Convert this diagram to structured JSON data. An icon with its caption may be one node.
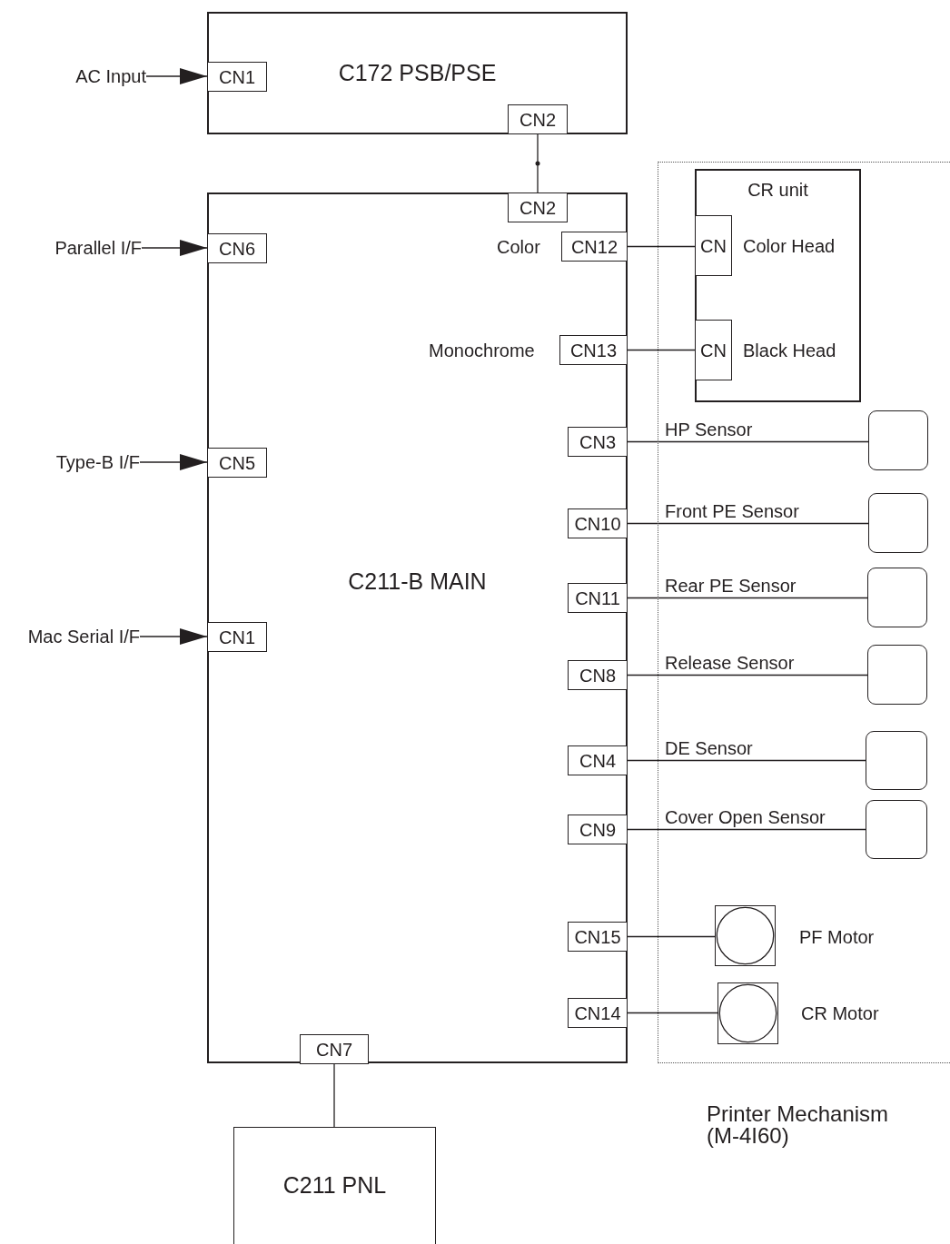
{
  "diagram": {
    "nodes": [
      {
        "text": [
          "C172 PSB/PSE"
        ]
      },
      {
        "text": [
          "AC Input"
        ]
      },
      {
        "text": [
          "CN1"
        ],
        "in": 0
      },
      {
        "text": [
          "CN2"
        ],
        "in": 0
      },
      {
        "text": [
          "C211-B MAIN"
        ]
      },
      {
        "text": [
          "CN2"
        ],
        "in": 4
      },
      {
        "text": [
          "Parallel I/F"
        ]
      },
      {
        "text": [
          "CN6"
        ],
        "in": 4
      },
      {
        "text": [
          "CN12"
        ],
        "in": 4,
        "beside": [
          "Color"
        ]
      },
      {
        "text": [
          "CN13"
        ],
        "in": 4,
        "beside": [
          "Monochrome"
        ]
      },
      {
        "text": [
          "CN3"
        ],
        "in": 4
      },
      {
        "text": [
          "Type-B I/F"
        ]
      },
      {
        "text": [
          "CN5"
        ],
        "in": 4
      },
      {
        "text": [
          "CN10"
        ],
        "in": 4
      },
      {
        "text": [
          "CN11"
        ],
        "in": 4
      },
      {
        "text": [
          "Mac Serial I/F"
        ]
      },
      {
        "text": [
          "CN1"
        ],
        "in": 4
      },
      {
        "text": [
          "CN8"
        ],
        "in": 4
      },
      {
        "text": [
          "CN4"
        ],
        "in": 4
      },
      {
        "text": [
          "CN9"
        ],
        "in": 4
      },
      {
        "text": [
          "CN15"
        ],
        "in": 4
      },
      {
        "text": [
          "CN14"
        ],
        "in": 4
      },
      {
        "text": [
          "CN7"
        ],
        "in": 4
      },
      {
        "text": [
          "Printer Mechanism (M-4I60)"
        ]
      },
      {
        "text": [
          "CR unit"
        ],
        "in": 23
      },
      {
        "text": [
          "CN"
        ],
        "in": 24,
        "beside": [
          "Color Head"
        ]
      },
      {
        "text": [
          "CN"
        ],
        "in": 24,
        "beside": [
          "Black Head"
        ]
      },
      {
        "text": [],
        "shape": "box",
        "in": 23
      },
      {
        "text": [],
        "shape": "box",
        "in": 23
      },
      {
        "text": [],
        "shape": "box",
        "in": 23
      },
      {
        "text": [],
        "shape": "box",
        "in": 23
      },
      {
        "text": [],
        "shape": "box",
        "in": 23
      },
      {
        "text": [],
        "shape": "box",
        "in": 23
      },
      {
        "text": [],
        "shape": "circle",
        "in": 23,
        "beside": [
          "PF Motor"
        ]
      },
      {
        "text": [],
        "shape": "circle",
        "in": 23,
        "beside": [
          "CR Motor"
        ]
      },
      {
        "text": [
          "C211 PNL"
        ]
      }
    ],
    "edges": [
      {
        "from": 1,
        "to": 2,
        "arrow": "to"
      },
      {
        "from": 3,
        "to": 5,
        "arrow": "none"
      },
      {
        "from": 6,
        "to": 7,
        "arrow": "to"
      },
      {
        "from": 11,
        "to": 12,
        "arrow": "to"
      },
      {
        "from": 15,
        "to": 16,
        "arrow": "to"
      },
      {
        "from": 8,
        "to": 25,
        "arrow": "none"
      },
      {
        "from": 9,
        "to": 26,
        "arrow": "none"
      },
      {
        "from": 10,
        "to": 27,
        "arrow": "none",
        "label": "HP Sensor"
      },
      {
        "from": 13,
        "to": 28,
        "arrow": "none",
        "label": "Front PE Sensor"
      },
      {
        "from": 14,
        "to": 29,
        "arrow": "none",
        "label": "Rear PE Sensor"
      },
      {
        "from": 17,
        "to": 30,
        "arrow": "none",
        "label": "Release Sensor"
      },
      {
        "from": 18,
        "to": 31,
        "arrow": "none",
        "label": "DE Sensor"
      },
      {
        "from": 19,
        "to": 32,
        "arrow": "none",
        "label": "Cover Open Sensor"
      },
      {
        "from": 20,
        "to": 33,
        "arrow": "none"
      },
      {
        "from": 21,
        "to": 34,
        "arrow": "none"
      },
      {
        "from": 22,
        "to": 35,
        "arrow": "none"
      }
    ]
  }
}
